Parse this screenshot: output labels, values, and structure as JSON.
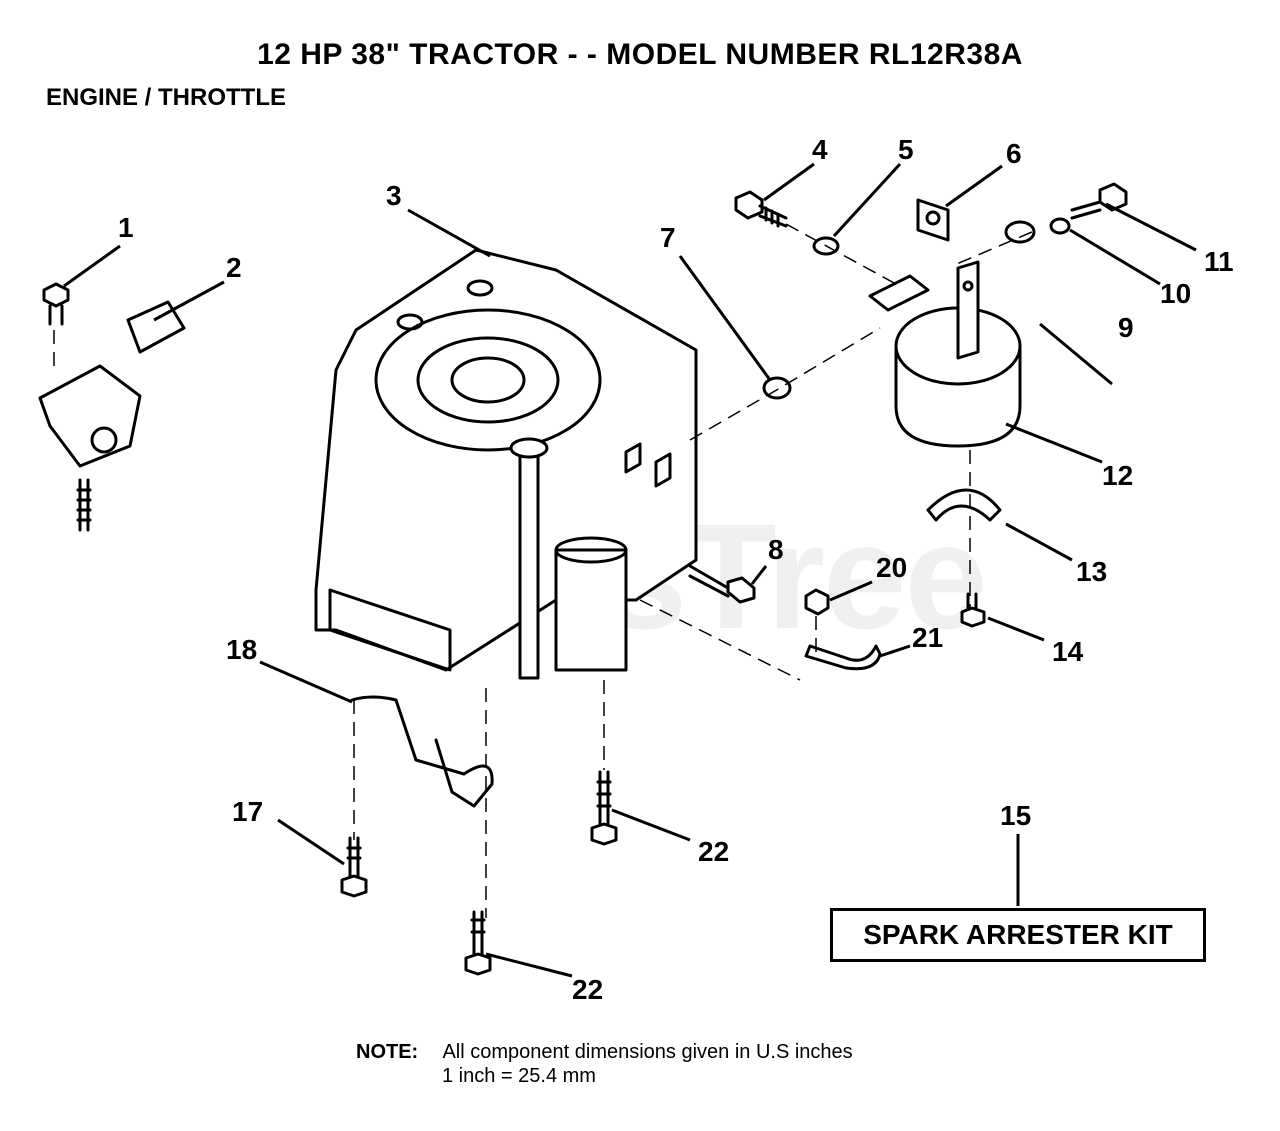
{
  "header": {
    "title": "12 HP 38\" TRACTOR - - MODEL NUMBER RL12R38A",
    "subtitle": "ENGINE / THROTTLE"
  },
  "watermark": "PartsTree",
  "callouts": {
    "c1": "1",
    "c2": "2",
    "c3": "3",
    "c4": "4",
    "c5": "5",
    "c6": "6",
    "c7": "7",
    "c8": "8",
    "c9": "9",
    "c10": "10",
    "c11": "11",
    "c12": "12",
    "c13": "13",
    "c14": "14",
    "c15": "15",
    "c17": "17",
    "c18": "18",
    "c20": "20",
    "c21": "21",
    "c22a": "22",
    "c22b": "22"
  },
  "kit_label": "SPARK ARRESTER KIT",
  "note": {
    "label": "NOTE:",
    "line1": "All component dimensions given in U.S  inches",
    "line2": "1 inch = 25.4 mm"
  }
}
